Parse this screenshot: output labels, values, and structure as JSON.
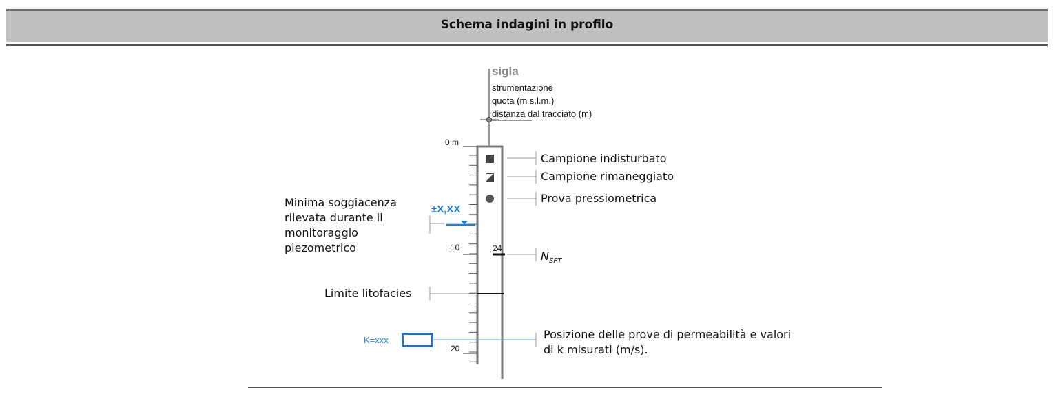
{
  "header": {
    "title": "Schema indagini in profilo"
  },
  "borehole_info": {
    "code": "sigla",
    "instrumentation": "strumentazione",
    "elevation": "quota (m s.l.m.)",
    "distance_underlined": "distanza",
    "distance_rest": " dal tracciato (m)"
  },
  "depth_labels": {
    "top": "0 m",
    "mid": "10",
    "bottom": "20"
  },
  "legend": {
    "undisturbed_sample": "Campione indisturbato",
    "remolded_sample": "Campione rimaneggiato",
    "pressuremeter_test": "Prova pressiometrica",
    "nspt_main": "N",
    "nspt_sub": "SPT",
    "nspt_value": "24",
    "min_groundwater_depth": "Minima soggiacenza rilevata durante il monitoraggio piezometrico",
    "water_level_value": "±X,XX",
    "lithofacies_boundary": "Limite litofacies",
    "permeability_value": "K=xxx",
    "permeability_tests": "Posizione delle prove di permeabilità e valori di k misurati (m/s)."
  },
  "colors": {
    "blue": "#1e7fd6",
    "header_bg": "#c0c0c0",
    "box_blue": "#2a6fb8"
  },
  "icons": [
    "square-filled-icon",
    "square-half-icon",
    "circle-filled-icon",
    "water-level-triangle-icon"
  ]
}
